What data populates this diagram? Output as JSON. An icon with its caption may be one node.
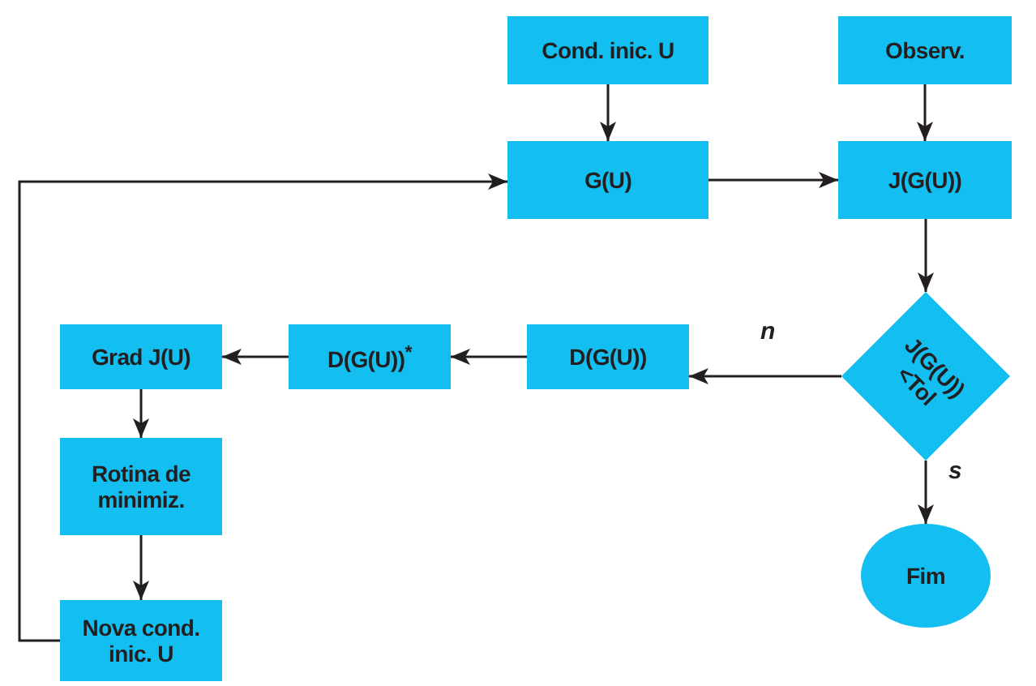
{
  "diagram": {
    "nodes": [
      {
        "text": [
          "Cond. inic. U"
        ]
      },
      {
        "text": [
          "Observ."
        ]
      },
      {
        "text": [
          "G(U)"
        ]
      },
      {
        "text": [
          "J(G(U))"
        ]
      },
      {
        "text": [
          "J(G(U)) <Tol"
        ]
      },
      {
        "text": [
          "D(G(U))"
        ]
      },
      {
        "text": [
          "D(G(U))$^{*}$"
        ]
      },
      {
        "text": [
          "Grad J(U)"
        ]
      },
      {
        "text": [
          "Rotina de minimiz."
        ]
      },
      {
        "text": [
          "Fim"
        ]
      },
      {
        "text": [
          "Nova cond. inic. U"
        ]
      }
    ],
    "edges": [
      {
        "from": 0,
        "to": 2,
        "arrow": "to"
      },
      {
        "from": 1,
        "to": 3,
        "arrow": "to"
      },
      {
        "from": 2,
        "to": 3,
        "arrow": "to"
      },
      {
        "from": 3,
        "to": 4,
        "arrow": "to"
      },
      {
        "from": 4,
        "to": 5,
        "arrow": "to",
        "label": "n"
      },
      {
        "from": 5,
        "to": 6,
        "arrow": "to"
      },
      {
        "from": 6,
        "to": 7,
        "arrow": "to"
      },
      {
        "from": 7,
        "to": 8,
        "arrow": "to"
      },
      {
        "from": 8,
        "to": 10,
        "arrow": "to"
      },
      {
        "from": 4,
        "to": 9,
        "arrow": "to",
        "label": "s"
      },
      {
        "from": 10,
        "to": 2,
        "arrow": "to"
      }
    ]
  }
}
